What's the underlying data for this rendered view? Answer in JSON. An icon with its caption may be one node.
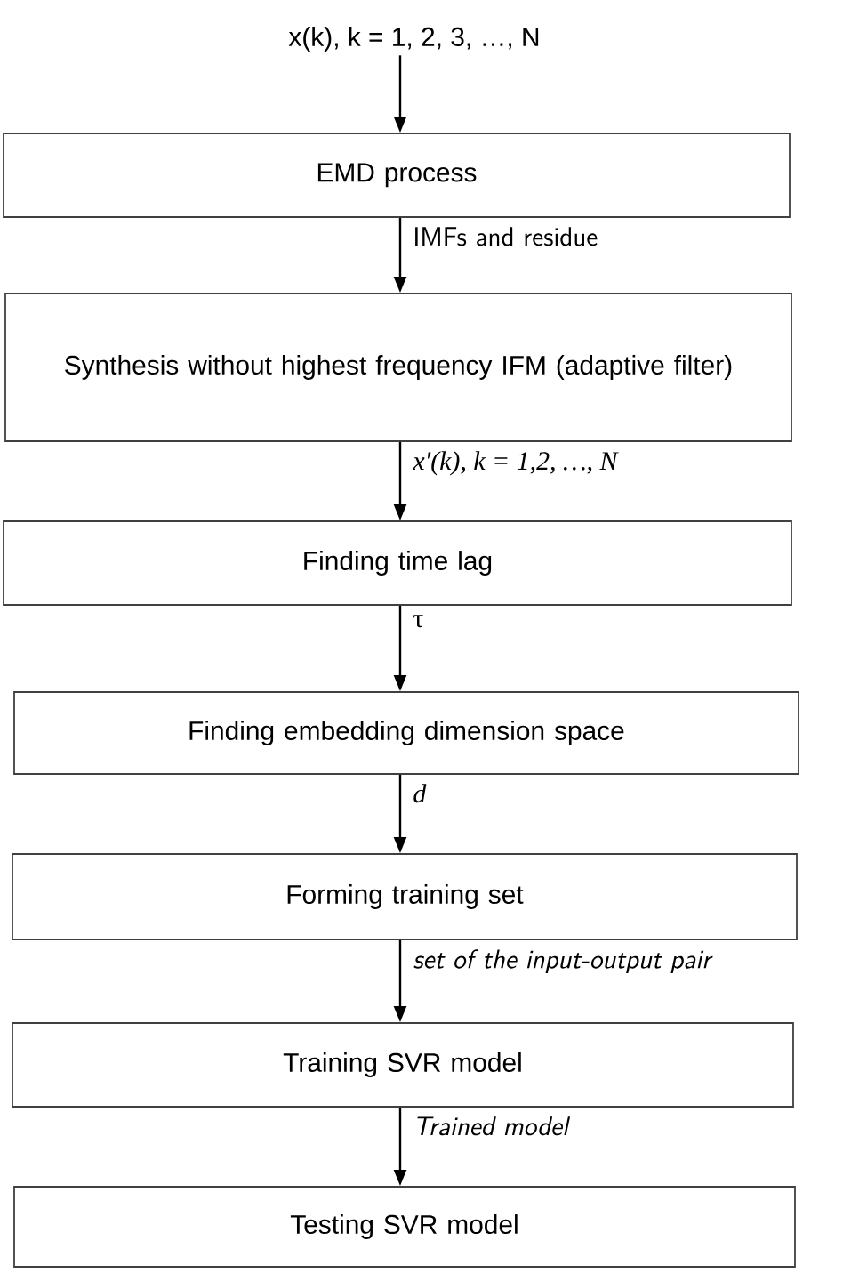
{
  "diagram": {
    "nodes": [
      {
        "text": [
          "x(k), k = 1, 2, 3, …, N"
        ]
      },
      {
        "text": [
          "EMD process"
        ]
      },
      {
        "text": [
          "Synthesis without highest frequency IFM (adaptive filter)"
        ]
      },
      {
        "text": [
          "Finding time lag"
        ]
      },
      {
        "text": [
          "Finding embedding dimension space"
        ]
      },
      {
        "text": [
          "Forming training set"
        ]
      },
      {
        "text": [
          "Training SVR model"
        ]
      },
      {
        "text": [
          "Testing SVR model"
        ]
      }
    ],
    "edges": [
      {
        "from": 0,
        "to": 1,
        "arrow": "to"
      },
      {
        "from": 1,
        "to": 2,
        "arrow": "to",
        "label": "IMFs and residue"
      },
      {
        "from": 2,
        "to": 3,
        "arrow": "to",
        "label": "x′(k), k = 1,2, …, N"
      },
      {
        "from": 3,
        "to": 4,
        "arrow": "to",
        "label": "τ"
      },
      {
        "from": 4,
        "to": 5,
        "arrow": "to",
        "label": "d"
      },
      {
        "from": 5,
        "to": 6,
        "arrow": "to",
        "label": "set of the input-output pair"
      },
      {
        "from": 6,
        "to": 7,
        "arrow": "to",
        "label": "Trained model"
      }
    ]
  }
}
